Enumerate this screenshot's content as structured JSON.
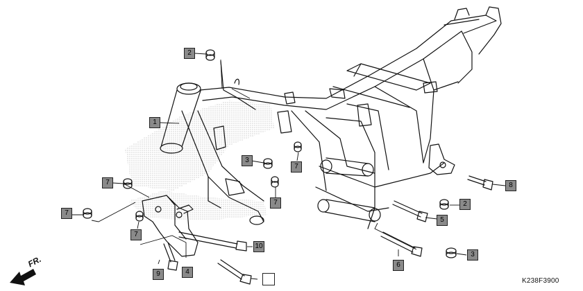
{
  "callouts": {
    "c1": "1",
    "c2a": "2",
    "c2b": "2",
    "c3a": "3",
    "c3b": "3",
    "c4": "4",
    "c5": "5",
    "c6": "6",
    "c7a": "7",
    "c7b": "7",
    "c7c": "7",
    "c7d": "7",
    "c7e": "7",
    "c8": "8",
    "c9": "9",
    "c10": "10",
    "blank": ""
  },
  "direction_label": "FR.",
  "diagram_code": "K238F3900",
  "icons": {
    "direction": "front-direction-arrow-icon"
  }
}
